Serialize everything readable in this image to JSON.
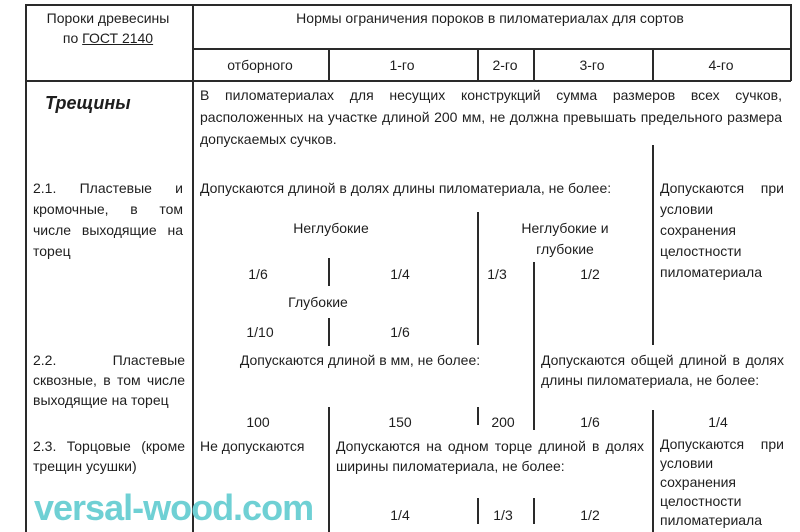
{
  "header": {
    "col1_line1": "Пороки древесины",
    "col1_line2_prefix": "по ",
    "col1_link": "ГОСТ 2140",
    "title": "Нормы ограничения пороков в пиломатериалах для сортов",
    "grades": [
      "отборного",
      "1-го",
      "2-го",
      "3-го",
      "4-го"
    ]
  },
  "section": {
    "title": "Трещины",
    "note": "В пиломатериалах для несущих конструкций сумма размеров всех сучков, расположенных на участке длиной 200 мм, не должна превышать предельного размера допускаемых сучков."
  },
  "rows": [
    {
      "label": "2.1. Пластевые и кромочные, в том числе выходящие на торец",
      "main_text": "Допускаются длиной в долях длины пиломатериала, не более:",
      "shallow": "Неглубокие",
      "shallow_deep": "Неглубокие и глубокие",
      "deep": "Глубокие",
      "shallow_values": [
        "1/6",
        "1/4"
      ],
      "shallow_deep_values": [
        "1/3",
        "1/2"
      ],
      "deep_values": [
        "1/10",
        "1/6"
      ],
      "grade4": "Допускаются при условии сохранения целостности пиломатериала"
    },
    {
      "label": "2.2. Пластевые сквозные, в том числе выходящие на торец",
      "mm_text": "Допускаются длиной в мм, не более:",
      "fraction_text": "Допускаются общей длиной в долях длины пиломатериала, не более:",
      "values": [
        "100",
        "150",
        "200",
        "1/6",
        "1/4"
      ]
    },
    {
      "label": "2.3. Торцовые (кроме трещин усушки)",
      "select_text": "Не допускаются",
      "main_text": "Допускаются на одном торце длиной в долях ширины пиломатериала, не более:",
      "values": [
        "1/4",
        "1/3",
        "1/2"
      ],
      "grade4": "Допускаются при условии сохранения целостности пиломатериала"
    }
  ],
  "watermark": "versal-wood.com"
}
